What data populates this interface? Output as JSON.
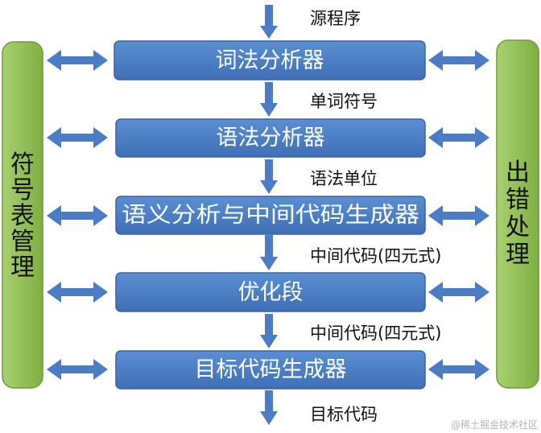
{
  "diagram": {
    "input_label": "源程序",
    "stages": [
      {
        "label": "词法分析器",
        "output": "单词符号"
      },
      {
        "label": "语法分析器",
        "output": "语法单位"
      },
      {
        "label": "语义分析与中间代码生成器",
        "output": "中间代码(四元式)"
      },
      {
        "label": "优化段",
        "output": "中间代码(四元式)"
      },
      {
        "label": "目标代码生成器",
        "output": "目标代码"
      }
    ],
    "left_panel": {
      "chars": [
        "符",
        "号",
        "表",
        "管",
        "理"
      ]
    },
    "right_panel": {
      "chars": [
        "出",
        "错",
        "处",
        "理"
      ]
    }
  },
  "watermark": "@稀土掘金技术社区",
  "colors": {
    "stage_fill_top": "#5a8fd3",
    "stage_fill_bottom": "#3f6fb4",
    "stage_border": "#3a64a6",
    "side_fill_top": "#a8d06f",
    "side_fill_bottom": "#7faf44",
    "side_border": "#6e9a3a",
    "arrow": "#4b7cc4",
    "text_dark": "#111111",
    "text_light": "#ffffff"
  }
}
